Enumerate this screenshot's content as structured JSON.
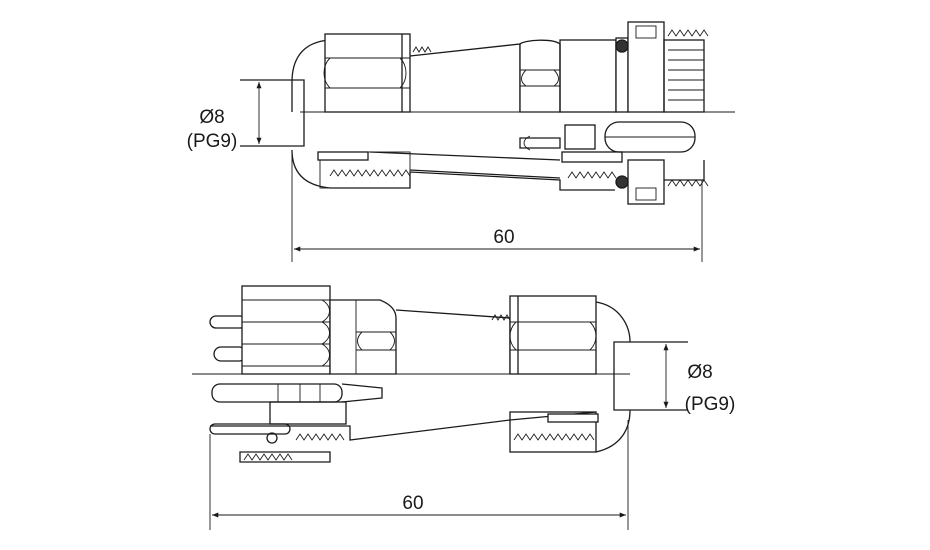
{
  "top_view": {
    "diameter_label": "Ø8",
    "thread_label": "(PG9)",
    "length_label": "60"
  },
  "bottom_view": {
    "diameter_label": "Ø8",
    "thread_label": "(PG9)",
    "length_label": "60"
  },
  "colors": {
    "line": "#1a1a1a",
    "background": "#ffffff"
  }
}
